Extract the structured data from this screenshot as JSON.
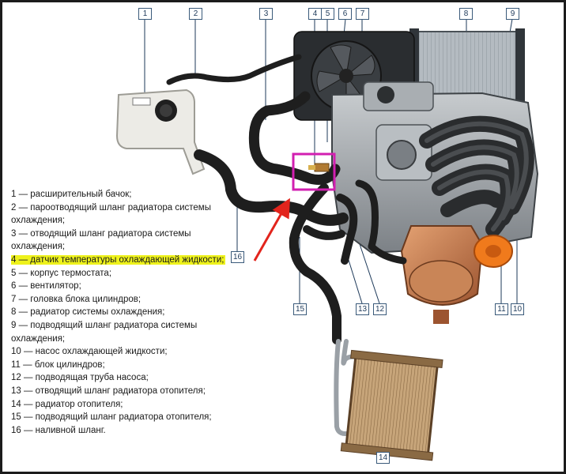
{
  "callouts": [
    "1",
    "2",
    "3",
    "4",
    "5",
    "6",
    "7",
    "8",
    "9",
    "10",
    "11",
    "12",
    "13",
    "14",
    "15",
    "16"
  ],
  "legend": [
    "1 — расширительный бачок;",
    "2 — пароотводящий шланг радиатора системы",
    "охлаждения;",
    "3 — отводящий шланг радиатора системы",
    "охлаждения;",
    "4 — датчик температуры охлаждающей жидкости;",
    "5 — корпус термостата;",
    "6 — вентилятор;",
    "7 — головка блока цилиндров;",
    "8 — радиатор системы охлаждения;",
    "9 — подводящий шланг радиатора системы",
    "охлаждения;",
    "10 — насос охлаждающей жидкости;",
    "11 — блок цилиндров;",
    "12 — подводящая труба насоса;",
    "13 — отводящий шланг радиатора отопителя;",
    "14 — радиатор отопителя;",
    "15 — подводящий шланг радиатора отопителя;",
    "16 — наливной шланг."
  ],
  "highlight_line_index": 5,
  "colors": {
    "highlight": "#eef21c",
    "sensor_box": "#d21fb0",
    "arrow": "#e2241c",
    "callout_border": "#3a5a7a",
    "hose": "#1e1e1e"
  }
}
